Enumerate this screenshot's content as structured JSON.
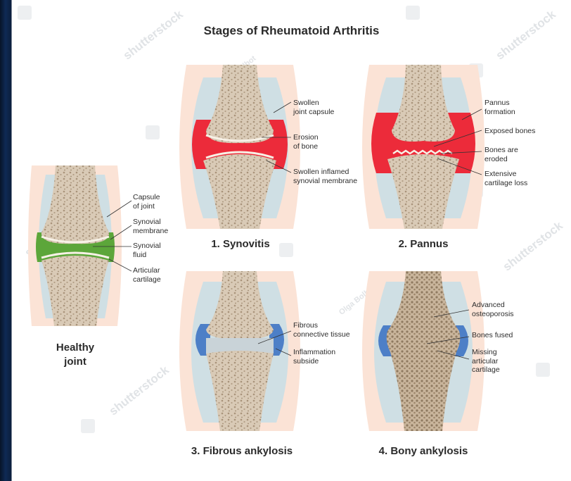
{
  "title": "Stages of Rheumatoid Arthritis",
  "watermark": "shutterstock",
  "author_watermark": "Olga Bolbot",
  "colors": {
    "skin": "#fbe3d6",
    "capsule": "#cfdfe4",
    "bone": "#d7c8b4",
    "bone_spot": "#a8937a",
    "healthy_synovium": "#5ca63a",
    "inflamed": "#ec2b3a",
    "fibrous": "#4d7fc7",
    "cartilage": "#f7f1e6"
  },
  "panels": {
    "healthy": {
      "caption": "Healthy\njoint",
      "labels": [
        "Capsule\nof joint",
        "Synovial\nmembrane",
        "Synovial\nfluid",
        "Articular\ncartilage"
      ]
    },
    "synovitis": {
      "caption": "1. Synovitis",
      "labels": [
        "Swollen\njoint capsule",
        "Erosion\nof bone",
        "Swollen inflamed\nsynovial membrane"
      ]
    },
    "pannus": {
      "caption": "2. Pannus",
      "labels": [
        "Pannus\nformation",
        "Exposed bones",
        "Bones are\neroded",
        "Extensive\ncartilage loss"
      ]
    },
    "fibrous": {
      "caption": "3. Fibrous ankylosis",
      "labels": [
        "Fibrous\nconnective tissue",
        "Inflammation\nsubside"
      ]
    },
    "bony": {
      "caption": "4. Bony ankylosis",
      "labels": [
        "Advanced\nosteoporosis",
        "Bones fused",
        "Missing\narticular\ncartilage"
      ]
    }
  }
}
